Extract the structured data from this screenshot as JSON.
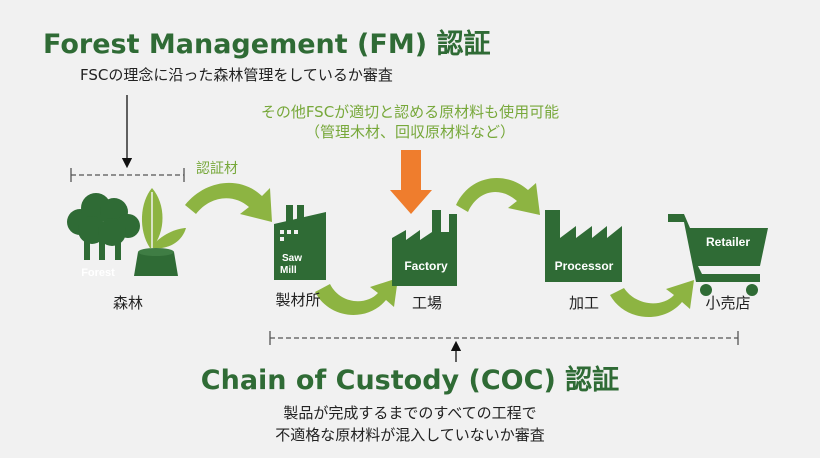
{
  "fm": {
    "title": "Forest Management (FM) 認証",
    "description": "FSCの理念に沿った森林管理をしているか審査"
  },
  "other_materials": {
    "line1": "その他FSCが適切と認める原材料も使用可能",
    "line2": "（管理木材、回収原材料など）"
  },
  "certified_material_label": "認証材",
  "stages": [
    {
      "icon_text": "Forest",
      "label": "森林"
    },
    {
      "icon_text_1": "Saw",
      "icon_text_2": "Mill",
      "label": "製材所"
    },
    {
      "icon_text": "Factory",
      "label": "工場"
    },
    {
      "icon_text": "Processor",
      "label": "加工"
    },
    {
      "icon_text": "Retailer",
      "label": "小売店"
    }
  ],
  "coc": {
    "title": "Chain of Custody (COC) 認証",
    "description_line1": "製品が完成するまでのすべての工程で",
    "description_line2": "不適格な原材料が混入していないか審査"
  },
  "colors": {
    "dark_green": "#2f6b35",
    "light_green": "#8db442",
    "orange": "#ef7d2d",
    "background": "#f1f1f1"
  }
}
